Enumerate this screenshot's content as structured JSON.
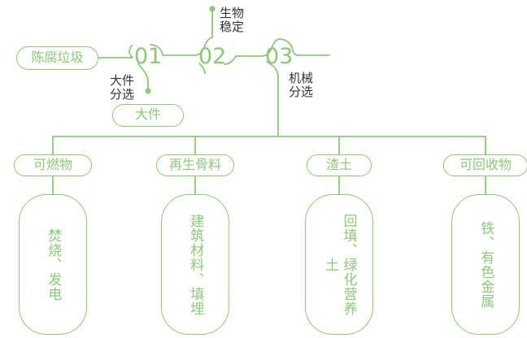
{
  "colors": {
    "line": "#8dc878",
    "accent": "#7bc043",
    "text_green": "#8dc878",
    "text_dark": "#333333",
    "background": "#ffffff"
  },
  "diagram": {
    "type": "process-flow",
    "source": {
      "label": "陈腐垃圾"
    },
    "stages": [
      {
        "number": "01",
        "caption": "大件分选",
        "caption_lines": "大件\n分选",
        "output": "大件"
      },
      {
        "number": "02",
        "caption": "生物稳定",
        "caption_lines": "生物\n稳定",
        "output": ""
      },
      {
        "number": "03",
        "caption": "机械分选",
        "caption_lines": "机械\n分选",
        "output": ""
      }
    ],
    "branch_output": {
      "label": "大件"
    },
    "outputs": [
      {
        "category": "可燃物",
        "use": "焚烧、发电"
      },
      {
        "category": "再生骨料",
        "use": "建筑材料、填埋"
      },
      {
        "category": "渣土",
        "use": "回填、绿化营养土"
      },
      {
        "category": "可回收物",
        "use": "铁、有色金属"
      }
    ]
  }
}
